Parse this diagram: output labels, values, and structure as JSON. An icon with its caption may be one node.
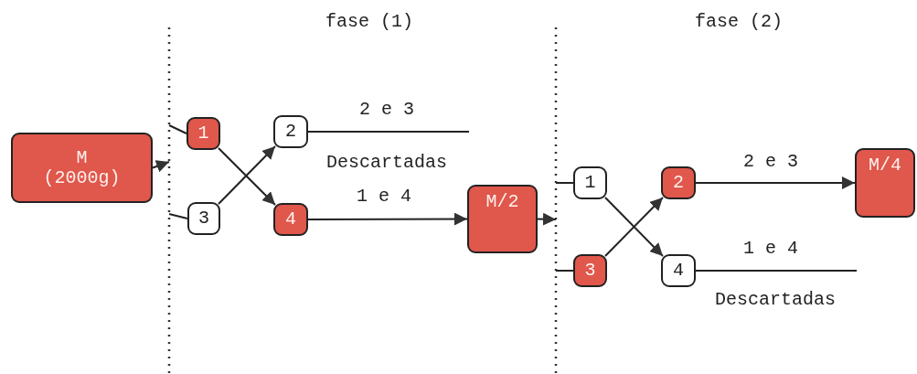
{
  "diagram": {
    "nodes": [
      {
        "text": [
          "M (2000g)"
        ]
      },
      {
        "text": [
          "1"
        ]
      },
      {
        "text": [
          "3"
        ]
      },
      {
        "text": [
          "2"
        ]
      },
      {
        "text": [
          "4"
        ]
      },
      {
        "text": [
          "M/2"
        ]
      },
      {
        "text": [
          "1"
        ]
      },
      {
        "text": [
          "3"
        ]
      },
      {
        "text": [
          "2"
        ]
      },
      {
        "text": [
          "4"
        ]
      },
      {
        "text": [
          "M/4"
        ]
      }
    ],
    "edges": [
      {
        "from": 0,
        "to": null,
        "arrow": "to"
      },
      {
        "from": null,
        "to": 1,
        "arrow": "none"
      },
      {
        "from": null,
        "to": 2,
        "arrow": "none"
      },
      {
        "from": 1,
        "to": 4,
        "arrow": "to"
      },
      {
        "from": 2,
        "to": 3,
        "arrow": "to"
      },
      {
        "from": 3,
        "to": null,
        "arrow": "none",
        "label": "2 e 3"
      },
      {
        "from": 4,
        "to": 5,
        "arrow": "to",
        "label": "1 e 4"
      },
      {
        "from": 5,
        "to": null,
        "arrow": "to"
      },
      {
        "from": null,
        "to": 6,
        "arrow": "none"
      },
      {
        "from": null,
        "to": 7,
        "arrow": "none"
      },
      {
        "from": 6,
        "to": 9,
        "arrow": "to"
      },
      {
        "from": 7,
        "to": 8,
        "arrow": "to"
      },
      {
        "from": 8,
        "to": 10,
        "arrow": "to",
        "label": "2 e 3"
      },
      {
        "from": 9,
        "to": null,
        "arrow": "none",
        "label": "1 e 4"
      }
    ],
    "labels": [
      "fase (1)",
      "fase (2)",
      "Descartadas",
      "Descartadas"
    ]
  }
}
